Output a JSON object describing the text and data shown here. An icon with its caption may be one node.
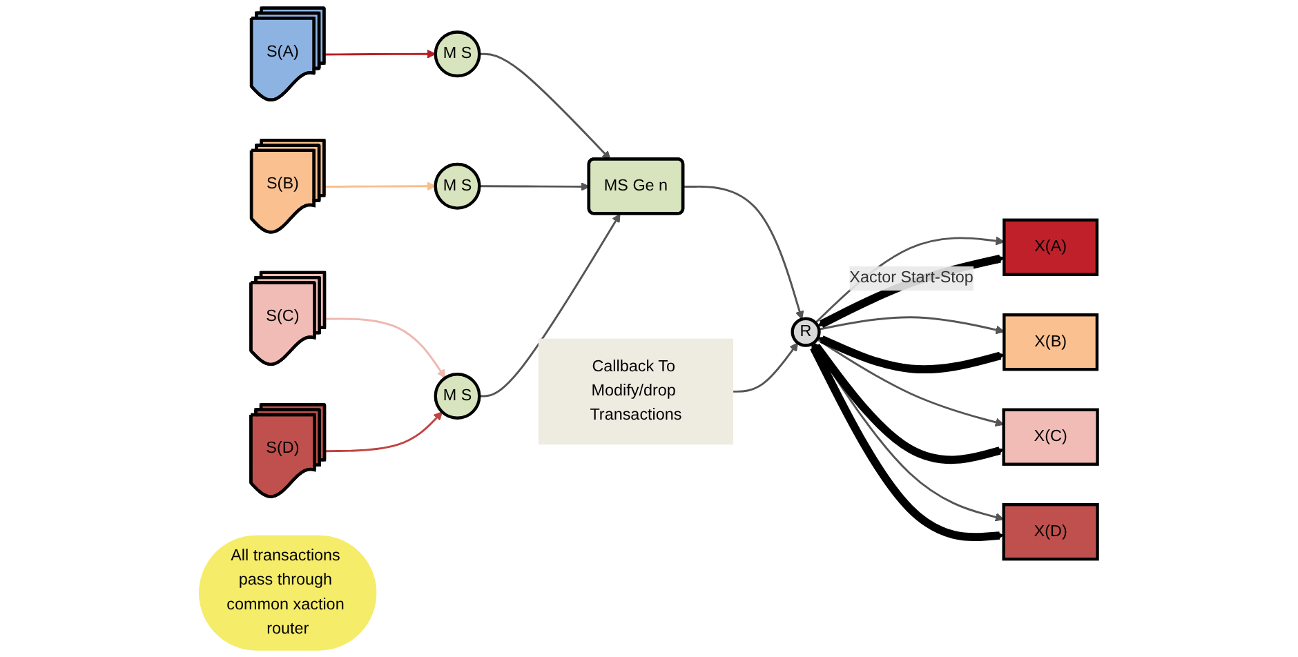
{
  "diagram": {
    "nodes": [
      {
        "text": [
          "S(A)"
        ]
      },
      {
        "text": [
          "S(B)"
        ]
      },
      {
        "text": [
          "S(C)"
        ]
      },
      {
        "text": [
          "S(D)"
        ]
      },
      {
        "text": [
          "M S"
        ]
      },
      {
        "text": [
          "M S"
        ]
      },
      {
        "text": [
          "M S"
        ]
      },
      {
        "text": [
          "MS Ge n"
        ]
      },
      {
        "text": [
          "Callback To Modify/drop Transactions"
        ]
      },
      {
        "text": [
          "R"
        ]
      },
      {
        "text": [
          "X(A)"
        ]
      },
      {
        "text": [
          "X(B)"
        ]
      },
      {
        "text": [
          "X(C)"
        ]
      },
      {
        "text": [
          "X(D)"
        ]
      },
      {
        "text": [
          "All transactions pass through common xaction router"
        ]
      }
    ],
    "edges": [
      {
        "from": 0,
        "to": 4,
        "arrow": "to",
        "color": "#b81c22"
      },
      {
        "from": 1,
        "to": 5,
        "arrow": "to",
        "color": "#f9bf8a"
      },
      {
        "from": 2,
        "to": 6,
        "arrow": "to",
        "color": "#efb8b1"
      },
      {
        "from": 3,
        "to": 6,
        "arrow": "to",
        "color": "#c0443f"
      },
      {
        "from": 4,
        "to": 7,
        "arrow": "to"
      },
      {
        "from": 5,
        "to": 7,
        "arrow": "to"
      },
      {
        "from": 6,
        "to": 7,
        "arrow": "to"
      },
      {
        "from": 7,
        "to": 9,
        "arrow": "to"
      },
      {
        "from": 8,
        "to": 9,
        "arrow": "to"
      },
      {
        "from": 9,
        "to": 10,
        "arrow": "to"
      },
      {
        "from": 9,
        "to": 11,
        "arrow": "to"
      },
      {
        "from": 9,
        "to": 12,
        "arrow": "to"
      },
      {
        "from": 9,
        "to": 13,
        "arrow": "to"
      },
      {
        "from": 9,
        "to": 10,
        "arrow": "both",
        "style": "thick",
        "color": "#000000",
        "label": "Xactor Start-Stop"
      },
      {
        "from": 9,
        "to": 11,
        "arrow": "both",
        "style": "thick",
        "color": "#000000"
      },
      {
        "from": 9,
        "to": 12,
        "arrow": "both",
        "style": "thick",
        "color": "#000000"
      },
      {
        "from": 9,
        "to": 13,
        "arrow": "both",
        "style": "thick",
        "color": "#000000"
      }
    ]
  }
}
